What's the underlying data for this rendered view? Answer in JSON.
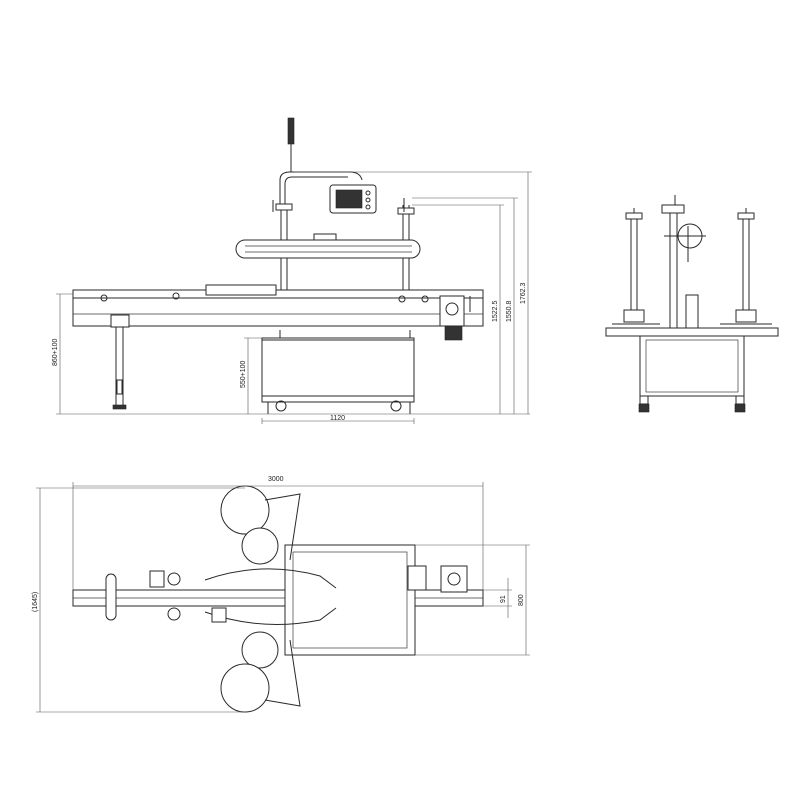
{
  "dimensions": {
    "height_860": "860+100",
    "height_550": "550+100",
    "height_1522": "1522.5",
    "height_1550": "1550.8",
    "height_1762": "1762.3",
    "width_1120": "1120",
    "width_3000": "3000",
    "width_1645": "(1645)",
    "width_800": "800",
    "width_91": "91"
  }
}
